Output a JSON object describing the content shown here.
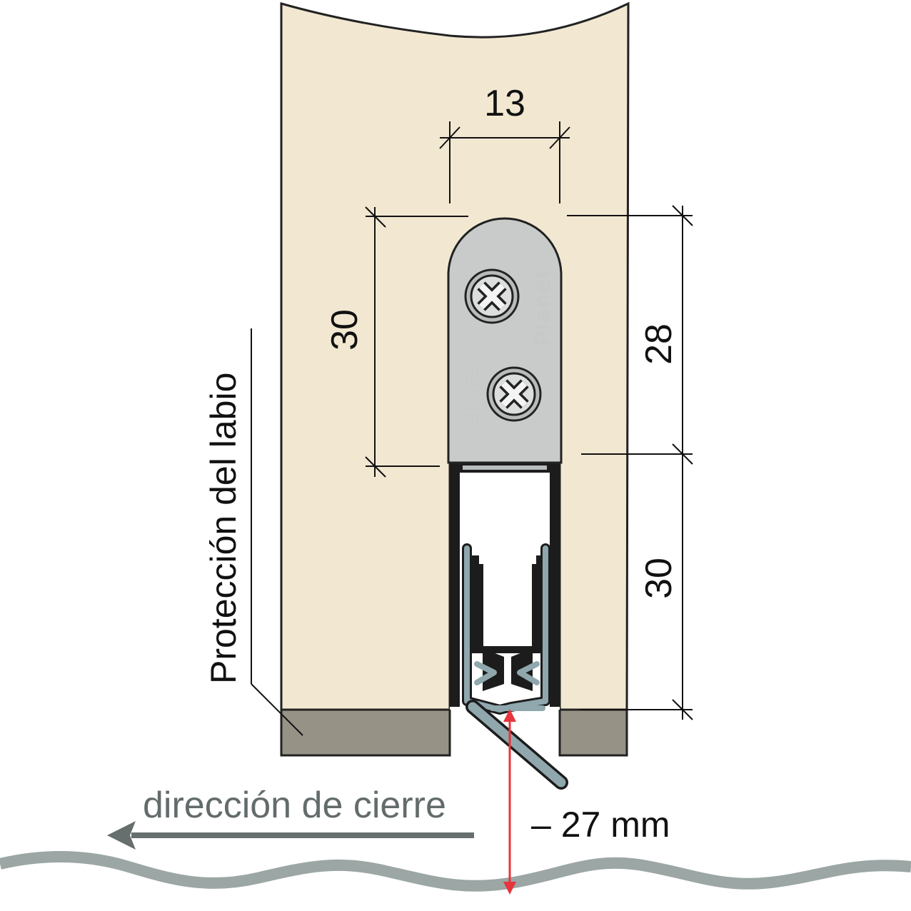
{
  "dimensions": {
    "width_top": "13",
    "height_left": "30",
    "height_right_upper": "28",
    "height_right_lower": "30",
    "gap": "– 27 mm"
  },
  "labels": {
    "lip_protection": "Protección del labio",
    "closing_direction": "dirección de cierre",
    "brand_swiss": "SWISS",
    "brand_planet": "Planet"
  },
  "colors": {
    "door": "#f2e8d2",
    "door_bottom": "#979286",
    "profile_plate": "#c9cbcb",
    "seal": "#8fa7ad",
    "floor": "#9ba6a5",
    "gap_arrow": "#e8343c",
    "direction_arrow": "#666e6e"
  }
}
